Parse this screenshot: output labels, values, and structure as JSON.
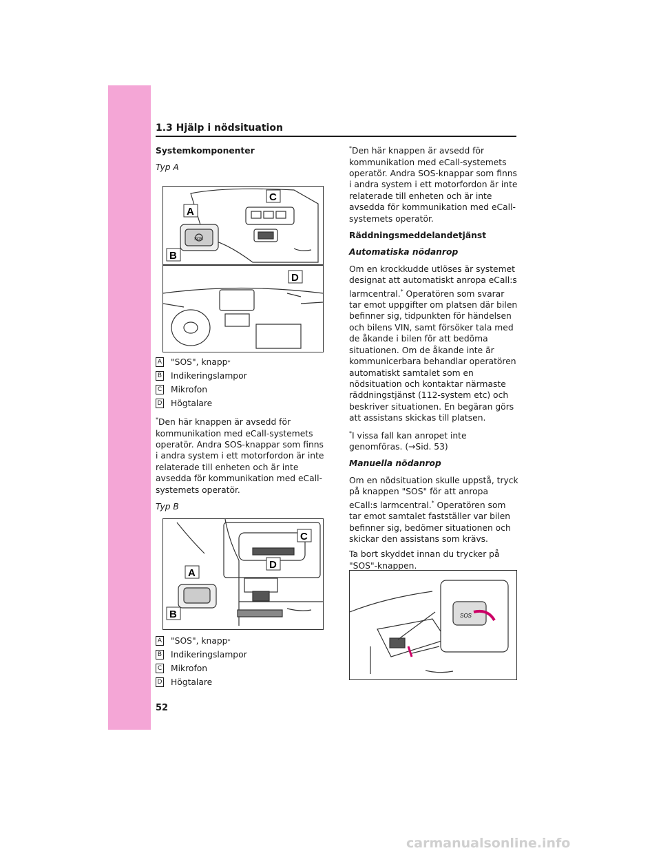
{
  "header": {
    "chapter_title": "1.3 Hjälp i nödsituation"
  },
  "left": {
    "heading": "Systemkomponenter",
    "typ_a": "Typ A",
    "typ_b": "Typ B",
    "legend": [
      {
        "letter": "A",
        "text": "\"SOS\", knapp",
        "star": "*"
      },
      {
        "letter": "B",
        "text": "Indikeringslampor",
        "star": ""
      },
      {
        "letter": "C",
        "text": "Mikrofon",
        "star": ""
      },
      {
        "letter": "D",
        "text": "Högtalare",
        "star": ""
      }
    ],
    "footnote_star": "*",
    "footnote": "Den här knappen är avsedd för kommunikation med eCall-systemets operatör. Andra SOS-knappar som finns i andra system i ett motorfordon är inte relaterade till enheten och är inte avsedda för kommunikation med eCall-systemets operatör."
  },
  "right": {
    "footnote_star": "*",
    "footnote": "Den här knappen är avsedd för kommunikation med eCall-systemets operatör. Andra SOS-knappar som finns i andra system i ett motorfordon är inte relaterade till enheten och är inte avsedda för kommunikation med eCall-systemets operatör.",
    "heading": "Räddningsmeddelandetjänst",
    "auto_title": "Automatiska nödanrop",
    "auto_text_1": "Om en krockkudde utlöses är systemet designat att automatiskt anropa eCall:s larmcentral.",
    "auto_text_2": " Operatören som svarar tar emot uppgifter om platsen där bilen befinner sig, tidpunkten för händelsen och bilens VIN, samt försöker tala med de åkande i bilen för att bedöma situationen. Om de åkande inte är kommunicerbara behandlar operatören automatiskt samtalet som en nödsituation och kontaktar närmaste räddningstjänst (112-system etc) och beskriver situationen. En begäran görs att assistans skickas till platsen.",
    "note_star": "*",
    "note": "I vissa fall kan anropet inte genomföras. (→Sid. 53)",
    "manual_title": "Manuella nödanrop",
    "manual_text_1": "Om en nödsituation skulle uppstå, tryck på knappen \"SOS\" för att anropa eCall:s larmcentral.",
    "manual_text_2": " Operatören som tar emot samtalet fastställer var bilen befinner sig, bedömer situationen och skickar den assistans som krävs.",
    "cover_text": "Ta bort skyddet innan du trycker på \"SOS\"-knappen."
  },
  "figure_labels": {
    "a": "A",
    "b": "B",
    "c": "C",
    "d": "D",
    "sos": "SOS"
  },
  "page_number": "52",
  "watermark": "carmanualsonline.info"
}
